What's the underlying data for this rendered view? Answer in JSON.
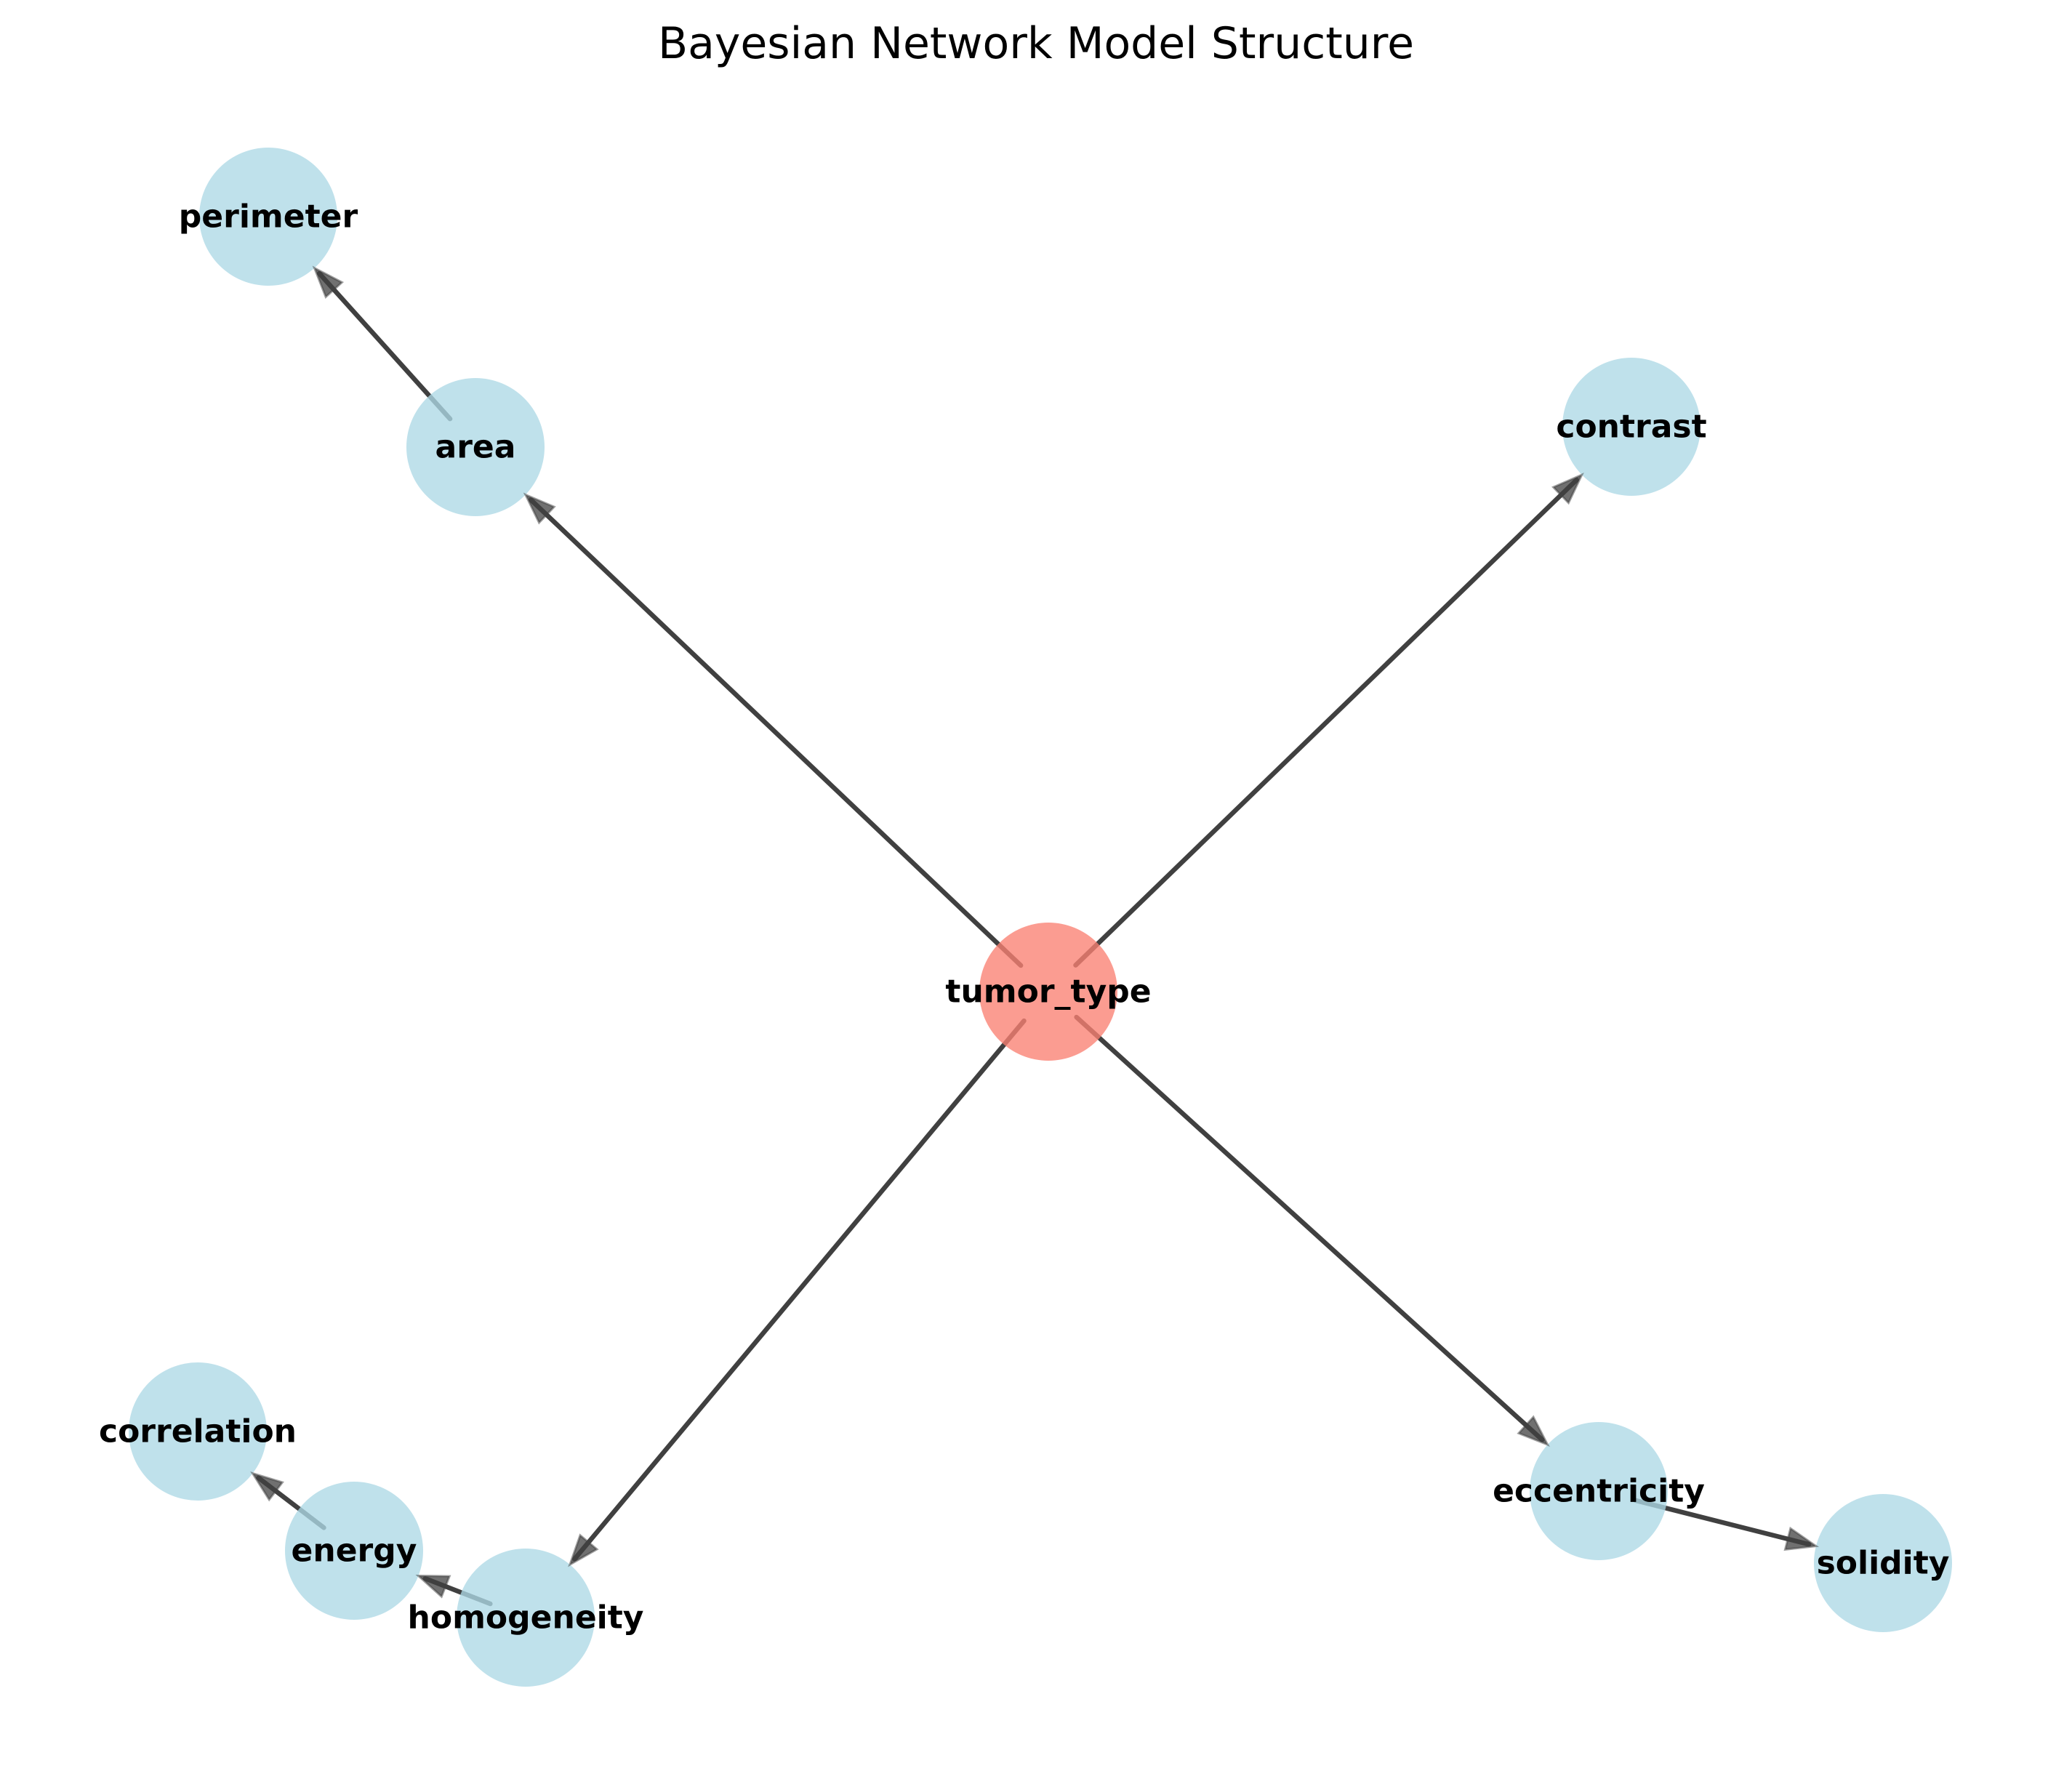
{
  "diagram": {
    "title": "Bayesian Network Model Structure",
    "colors": {
      "root_node": "#fa8072",
      "child_node": "#add8e6",
      "edge": "#404040",
      "label": "#000000"
    },
    "nodes": [
      {
        "id": "tumor_type",
        "label": "tumor_type",
        "role": "root"
      },
      {
        "id": "area",
        "label": "area",
        "role": "child"
      },
      {
        "id": "perimeter",
        "label": "perimeter",
        "role": "child"
      },
      {
        "id": "contrast",
        "label": "contrast",
        "role": "child"
      },
      {
        "id": "eccentricity",
        "label": "eccentricity",
        "role": "child"
      },
      {
        "id": "solidity",
        "label": "solidity",
        "role": "child"
      },
      {
        "id": "homogeneity",
        "label": "homogeneity",
        "role": "child"
      },
      {
        "id": "energy",
        "label": "energy",
        "role": "child"
      },
      {
        "id": "correlation",
        "label": "correlation",
        "role": "child"
      }
    ],
    "edges": [
      {
        "from": "tumor_type",
        "to": "area"
      },
      {
        "from": "area",
        "to": "perimeter"
      },
      {
        "from": "tumor_type",
        "to": "contrast"
      },
      {
        "from": "tumor_type",
        "to": "eccentricity"
      },
      {
        "from": "eccentricity",
        "to": "solidity"
      },
      {
        "from": "tumor_type",
        "to": "homogeneity"
      },
      {
        "from": "homogeneity",
        "to": "energy"
      },
      {
        "from": "energy",
        "to": "correlation"
      }
    ]
  }
}
